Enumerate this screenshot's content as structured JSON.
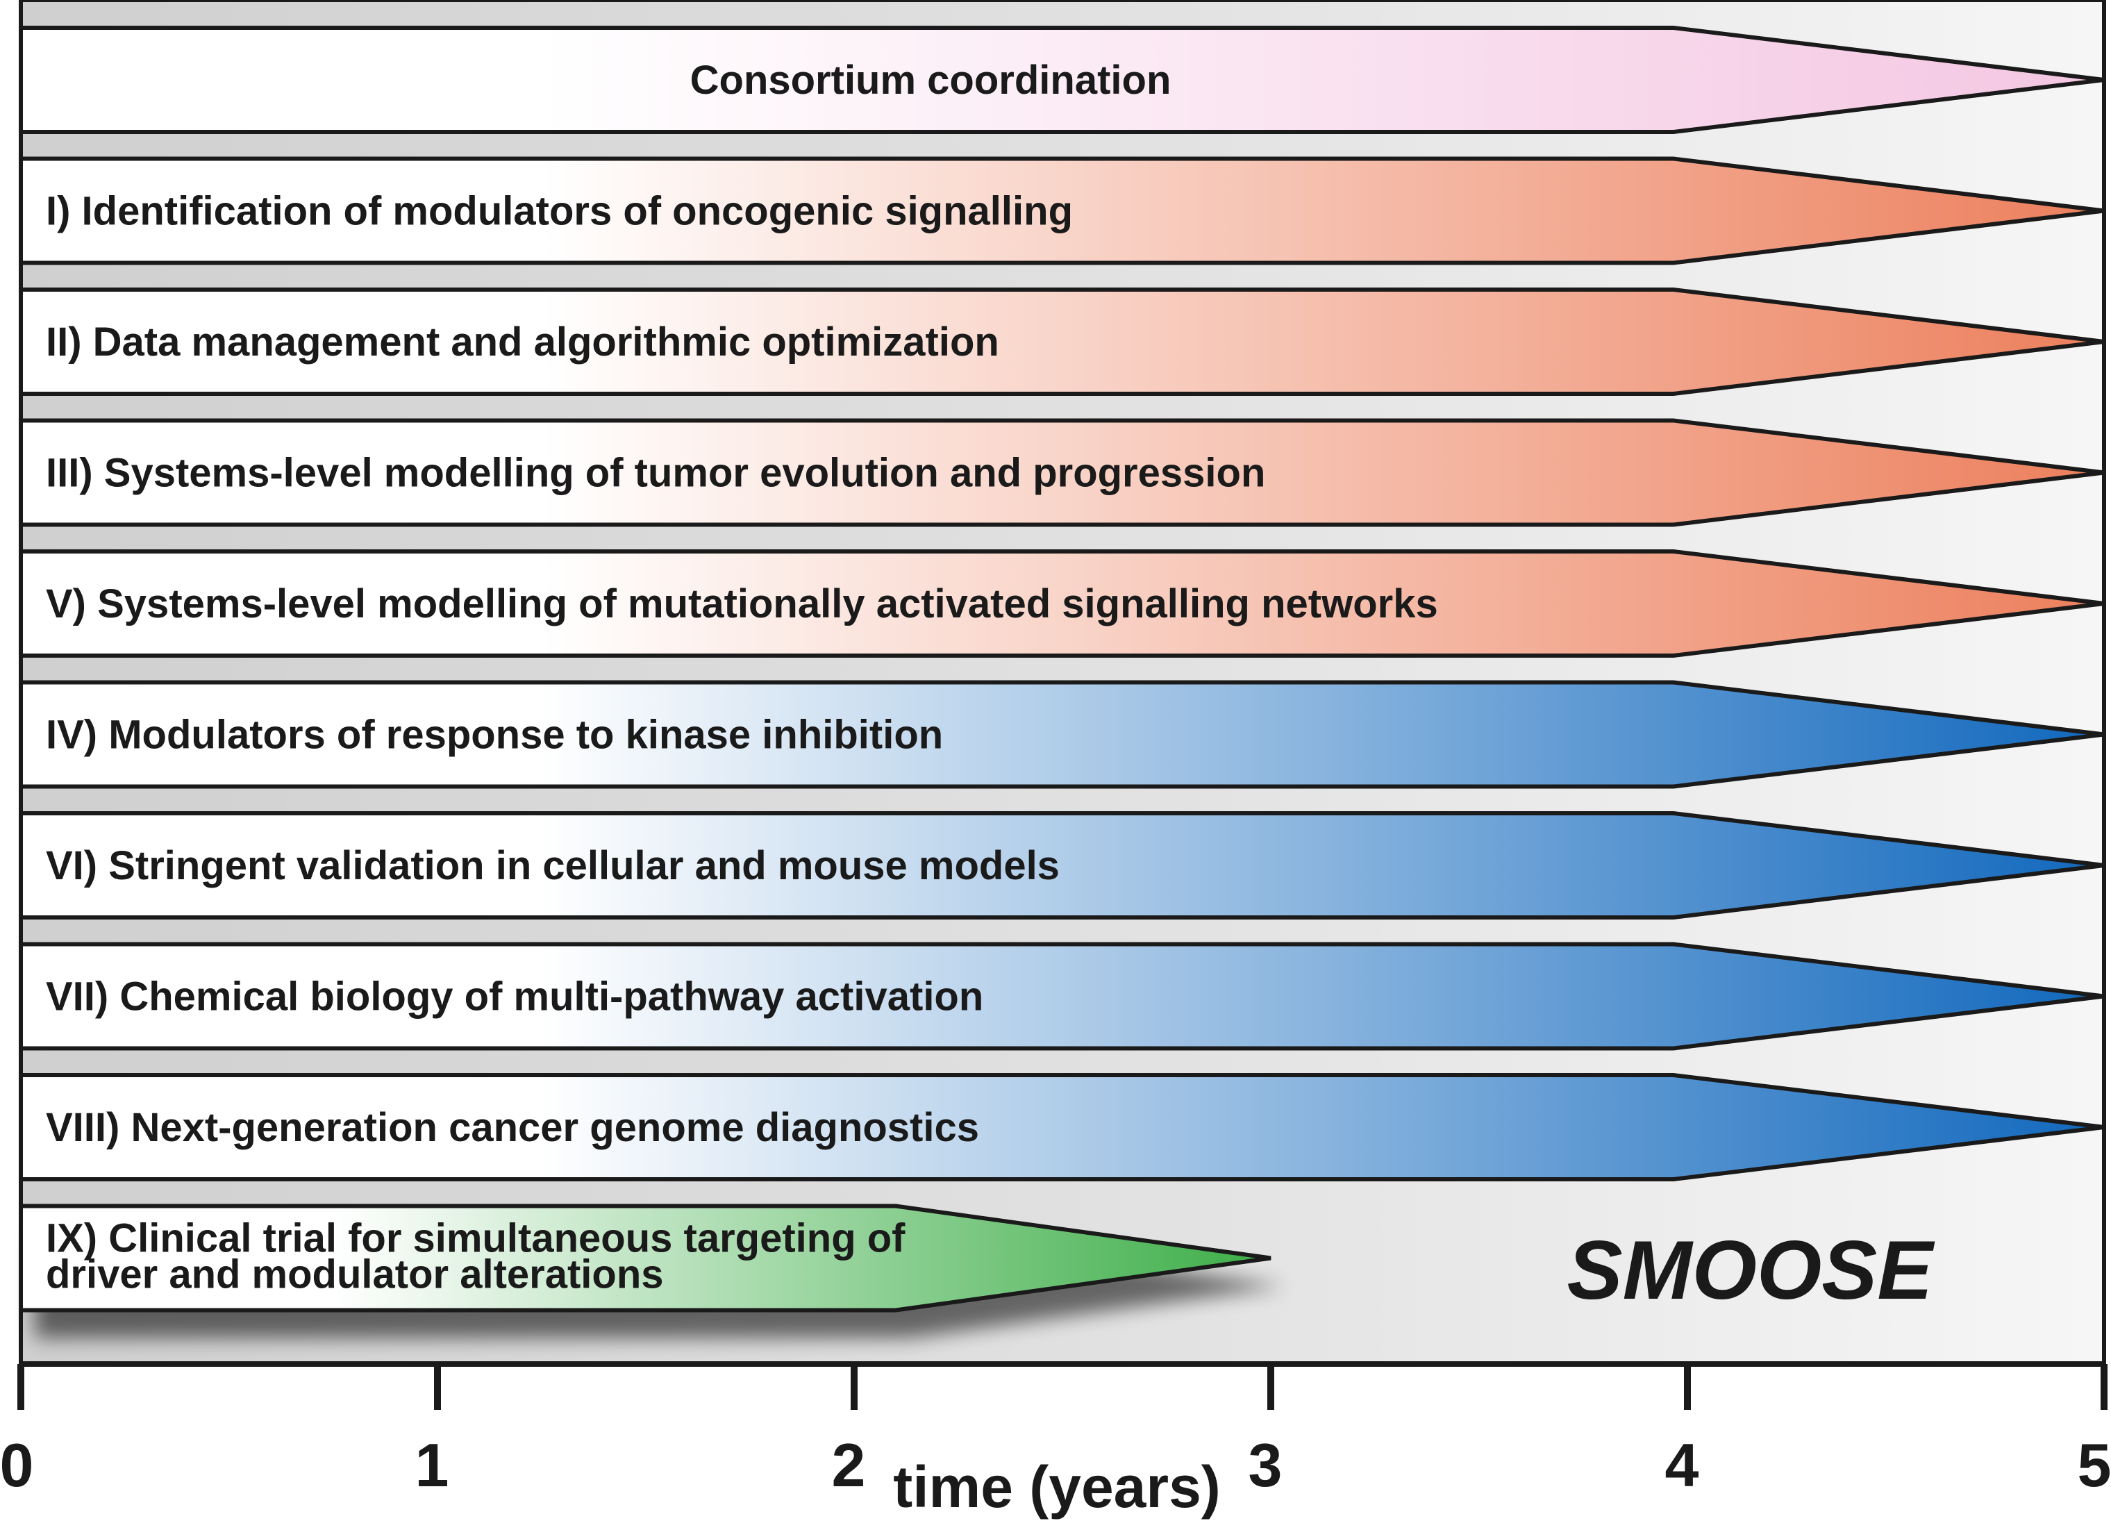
{
  "work_packages": [
    {
      "label": "Consortium coordination",
      "align": "center",
      "color": "#f4c6e2",
      "end_year": 5
    },
    {
      "label": "I) Identification of modulators of oncogenic signalling",
      "align": "left",
      "color": "#ec7f5c",
      "end_year": 5
    },
    {
      "label": "II) Data management and algorithmic optimization",
      "align": "left",
      "color": "#ec7f5c",
      "end_year": 5
    },
    {
      "label": "III) Systems-level modelling of tumor evolution and progression",
      "align": "left",
      "color": "#ec7f5c",
      "end_year": 5
    },
    {
      "label": "V) Systems-level modelling of mutationally activated signalling networks",
      "align": "left",
      "color": "#ec7f5c",
      "end_year": 5
    },
    {
      "label": "IV) Modulators of response to kinase inhibition",
      "align": "left",
      "color": "#1168bd",
      "end_year": 5
    },
    {
      "label": "VI) Stringent validation in cellular and mouse models",
      "align": "left",
      "color": "#1168bd",
      "end_year": 5
    },
    {
      "label": "VII) Chemical biology of multi-pathway activation",
      "align": "left",
      "color": "#1168bd",
      "end_year": 5
    },
    {
      "label": "VIII) Next-generation cancer genome diagnostics",
      "align": "left",
      "color": "#1168bd",
      "end_year": 5
    },
    {
      "label": "IX) Clinical trial for simultaneous targeting of",
      "label_line2": "driver and modulator alterations",
      "align": "left",
      "color": "#3dae48",
      "end_year": 3
    }
  ],
  "project_name": "SMOOSE",
  "axis": {
    "label": "time (years)",
    "ticks": [
      "0",
      "1",
      "2",
      "3",
      "4",
      "5"
    ],
    "range": [
      0,
      5
    ]
  }
}
